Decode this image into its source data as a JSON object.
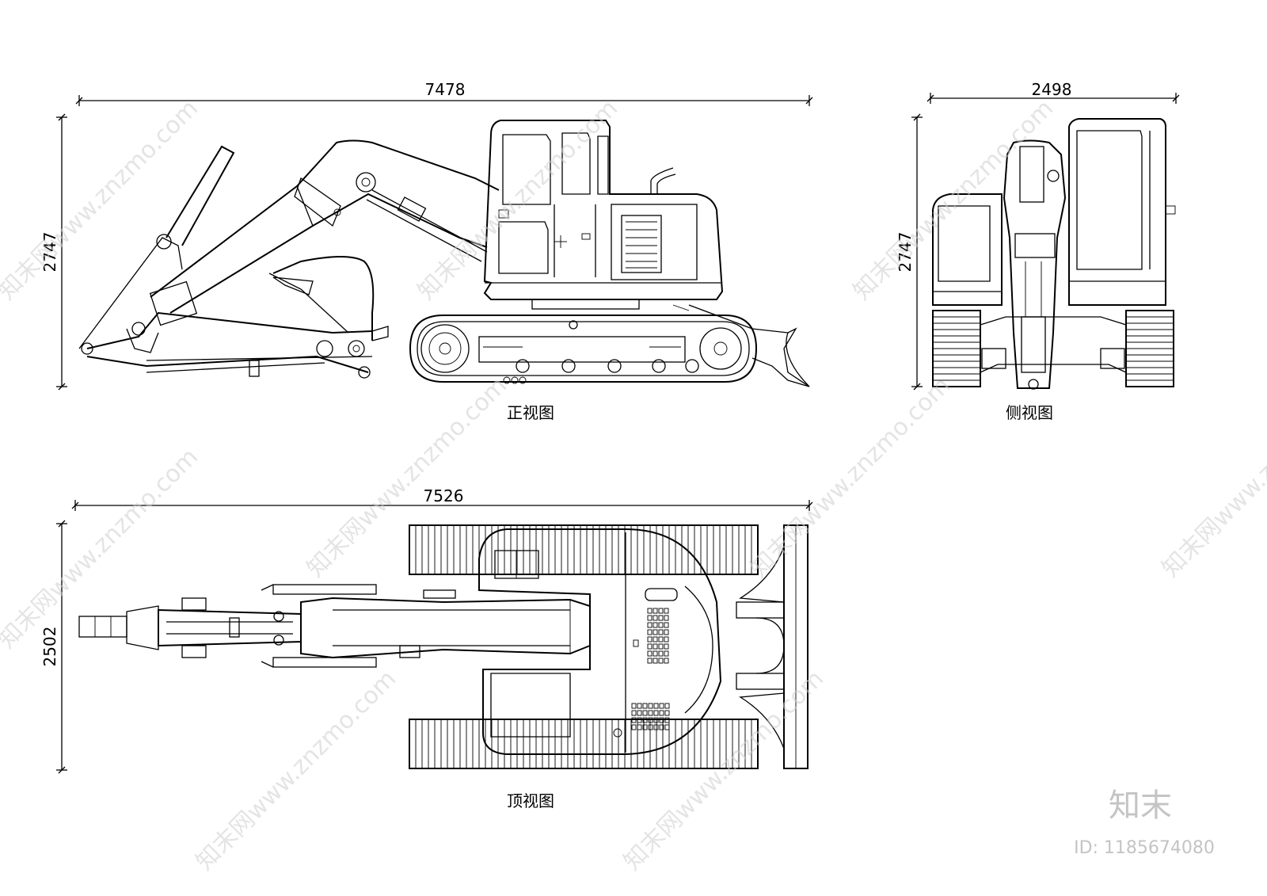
{
  "front_view": {
    "title": "正视图",
    "width_dim": "7478",
    "height_dim": "2747"
  },
  "side_view": {
    "title": "侧视图",
    "width_dim": "2498",
    "height_dim": "2747"
  },
  "top_view": {
    "title": "顶视图",
    "width_dim": "7526",
    "height_dim": "2502"
  },
  "watermark": {
    "text": "知末网www.znzmo.com",
    "logo": "知末",
    "id": "ID: 1185674080"
  }
}
